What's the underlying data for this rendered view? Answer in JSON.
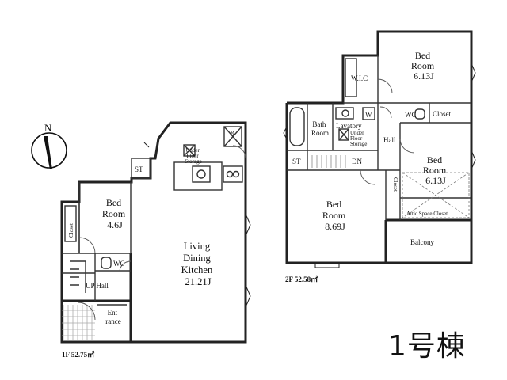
{
  "compass": {
    "label": "N"
  },
  "floor1": {
    "area_label": "1F 52.75㎡",
    "rooms": {
      "bedroom": [
        "Bed",
        "Room",
        "4.6J"
      ],
      "ldk": [
        "Living",
        "Dining",
        "Kitchen",
        "21.21J"
      ],
      "storage": "ST",
      "closet": "Closet",
      "wc": "WC",
      "up_hall": "UP Hall",
      "entrance": [
        "Ent",
        "rance"
      ],
      "refrigerator": "R",
      "under_floor": [
        "Under",
        "Floor",
        "Storage"
      ]
    }
  },
  "floor2": {
    "area_label": "2F 52.58㎡",
    "rooms": {
      "bedroom_top": [
        "Bed",
        "Room",
        "6.13J"
      ],
      "bedroom_right": [
        "Bed",
        "Room",
        "6.13J"
      ],
      "bedroom_main": [
        "Bed",
        "Room",
        "8.69J"
      ],
      "wic": "W.I.C",
      "bath": [
        "Bath",
        "Room"
      ],
      "lavatory": "Lavatory",
      "washer": "W",
      "under_floor": [
        "Under",
        "Floor",
        "Storage"
      ],
      "wc": "WC",
      "closet_top": "Closet",
      "closet_side": "Closet",
      "hall": "Hall",
      "storage": "ST",
      "down": "DN",
      "attic": "Attic Space Closet",
      "balcony": "Balcony"
    }
  },
  "building_label": "1号棟"
}
